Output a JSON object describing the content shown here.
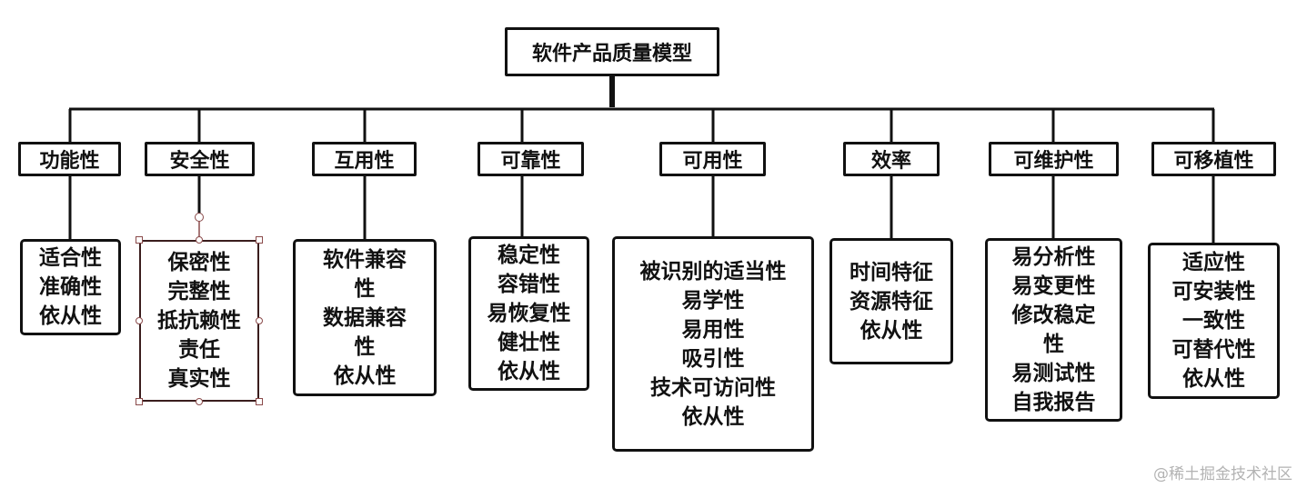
{
  "root": {
    "label": "软件产品质量模型"
  },
  "categories": [
    {
      "label": "功能性",
      "items": [
        "适合性",
        "准确性",
        "依从性"
      ]
    },
    {
      "label": "安全性",
      "items": [
        "保密性",
        "完整性",
        "抵抗赖性",
        "责任",
        "真实性"
      ]
    },
    {
      "label": "互用性",
      "items": [
        "软件兼容",
        "性",
        "数据兼容",
        "性",
        "依从性"
      ]
    },
    {
      "label": "可靠性",
      "items": [
        "稳定性",
        "容错性",
        "易恢复性",
        "健壮性",
        "依从性"
      ]
    },
    {
      "label": "可用性",
      "items": [
        "被识别的适当性",
        "易学性",
        "易用性",
        "吸引性",
        "技术可访问性",
        "依从性"
      ]
    },
    {
      "label": "效率",
      "items": [
        "时间特征",
        "资源特征",
        "依从性"
      ]
    },
    {
      "label": "可维护性",
      "items": [
        "易分析性",
        "易变更性",
        "修改稳定",
        "性",
        "易测试性",
        "自我报告"
      ]
    },
    {
      "label": "可移植性",
      "items": [
        "适应性",
        "可安装性",
        "一致性",
        "可替代性",
        "依从性"
      ]
    }
  ],
  "watermark": "@稀土掘金技术社区"
}
